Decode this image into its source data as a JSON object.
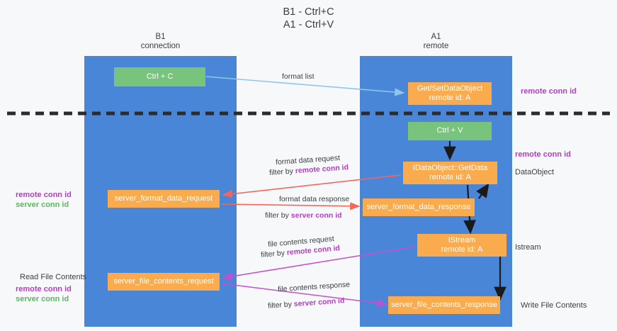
{
  "title": {
    "line1": "B1 - Ctrl+C",
    "line2": "A1 - Ctrl+V"
  },
  "lanes": [
    {
      "name": "B1",
      "sub": "connection",
      "color": "#4a86d8"
    },
    {
      "name": "A1",
      "sub": "remote",
      "color": "#4a86d8"
    }
  ],
  "nodes": {
    "ctrl_c": "Ctrl + C",
    "idataobject": {
      "line1": "Get/SetDataObject",
      "line2": "remote id: A"
    },
    "ctrl_v": "Ctrl + V",
    "getdata": {
      "line1": "IDataObject::GetData",
      "line2": "remote id: A"
    },
    "server_format_data_request": "server_format_data_request",
    "server_format_data_response": "server_format_data_response",
    "istream": {
      "line1": "IStream",
      "line2": "remote id: A"
    },
    "server_file_contents_request": "server_file_contents_request",
    "server_file_contents_response": "server_file_contents_response"
  },
  "edges": {
    "format_list": "format list",
    "format_data_request": "format data request",
    "format_data_request_filter_prefix": "filter by ",
    "format_data_request_filter_key": "remote conn id",
    "format_data_response": "format data response",
    "format_data_response_filter_prefix": "filter by ",
    "format_data_response_filter_key": "server conn id",
    "file_contents_request": "file contents request",
    "file_contents_request_filter_prefix": "filter by ",
    "file_contents_request_filter_key": "remote conn id",
    "file_contents_response": "file contents response",
    "file_contents_response_filter_prefix": "filter by ",
    "file_contents_response_filter_key": "server conn id"
  },
  "annotations": {
    "right_remote_conn_id_top": "remote conn id",
    "right_remote_conn_id_mid": "remote conn id",
    "dataobject": "DataObject",
    "istream": "Istream",
    "write_file_contents": "Write File Contents",
    "left_remote_conn_id": "remote conn id",
    "left_server_conn_id": "server conn id",
    "read_file_contents": "Read File Contents",
    "left_remote_conn_id_2": "remote conn id",
    "left_server_conn_id_2": "server conn id"
  },
  "colors": {
    "lane": "#4a86d8",
    "green_node": "#78c47d",
    "orange_node": "#f9ab4e",
    "purple_text": "#b23fc0",
    "green_text": "#5fb55f",
    "arrow_blue": "#8ec6ee",
    "arrow_red": "#f4665c",
    "arrow_magenta": "#c44fd0",
    "arrow_black": "#1a1a1a",
    "divider": "#2b2b2b"
  }
}
